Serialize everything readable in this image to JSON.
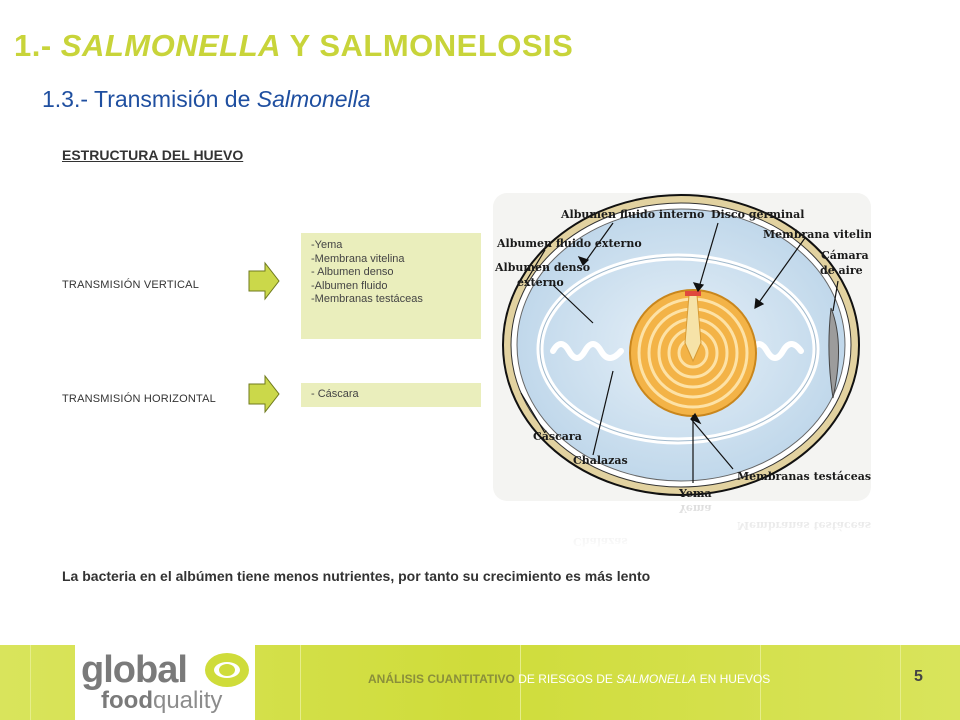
{
  "title": {
    "prefix": "1.- ",
    "italic": "SALMONELLA",
    "suffix": " Y SALMONELOSIS"
  },
  "subtitle": {
    "prefix": "1.3.- Transmisión de ",
    "italic": "Salmonella"
  },
  "section_heading": "ESTRUCTURA DEL HUEVO",
  "transmission": {
    "vertical": {
      "label": "TRANSMISIÓN  VERTICAL",
      "items": [
        "-Yema",
        "-Membrana vitelina",
        "- Albumen denso",
        "-Albumen fluido",
        "-Membranas testáceas"
      ]
    },
    "horizontal": {
      "label": "TRANSMISIÓN  HORIZONTAL",
      "items": [
        "- Cáscara"
      ]
    }
  },
  "diagram": {
    "labels": {
      "albumen_fluido_interno": "Albumen fluido interno",
      "disco_germinal": "Disco germinal",
      "albumen_fluido_externo": "Albumen fluido externo",
      "membrana_vitelina": "Membrana vitelina",
      "albumen_denso_1": "Albumen denso",
      "albumen_denso_2": "externo",
      "camara_1": "Cámara",
      "camara_2": "de aire",
      "cascara": "Cáscara",
      "chalazas": "Chalazas",
      "membranas_testaceas": "Membranas testáceas",
      "yema": "Yema"
    }
  },
  "bottom_note": "La bacteria en el albúmen tiene menos nutrientes, por tanto su crecimiento es más lento",
  "footer": {
    "logo_line1": "global",
    "logo_food": "food",
    "logo_quality": "quality",
    "text_bold": "ANÁLISIS CUANTITATIVO",
    "text_mid": " DE RIESGOS DE ",
    "text_italic": "SALMONELLA",
    "text_end": " EN HUEVOS",
    "page_number": "5"
  },
  "colors": {
    "title": "#c8d43a",
    "subtitle": "#1f4fa0",
    "box_fill": "#eaeebc",
    "arrow_fill": "#cbd84a",
    "footer": "#cfdc3a"
  }
}
